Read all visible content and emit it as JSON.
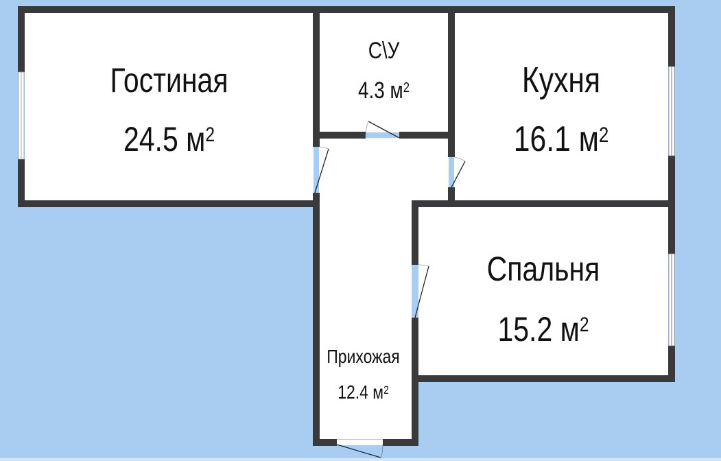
{
  "plan": {
    "type": "apartment floor plan",
    "background_color": "#a9cdf0",
    "wall_color": "#3a3a3c",
    "floor_color": "#ffffff",
    "area_unit": "м",
    "area_unit_sup": "2",
    "rooms": [
      {
        "id": "living",
        "name": "Гостиная",
        "area": "24.5"
      },
      {
        "id": "bathroom",
        "name": "С\\У",
        "area": "4.3"
      },
      {
        "id": "kitchen",
        "name": "Кухня",
        "area": "16.1"
      },
      {
        "id": "bedroom",
        "name": "Спальня",
        "area": "15.2"
      },
      {
        "id": "hallway",
        "name": "Прихожая",
        "area": "12.4"
      }
    ],
    "windows": [
      "living-left-window",
      "kitchen-right-window",
      "bedroom-right-window"
    ],
    "doors": [
      "living-door",
      "bathroom-door",
      "kitchen-door",
      "bedroom-door",
      "entrance-door"
    ]
  }
}
